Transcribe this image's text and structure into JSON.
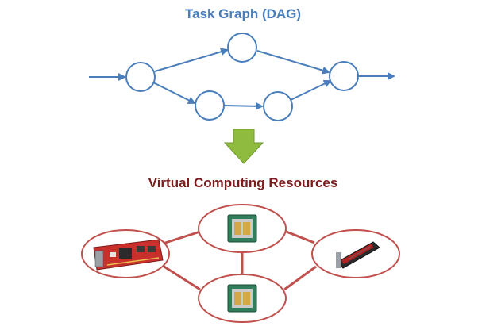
{
  "top_title": "Task Graph (DAG)",
  "bottom_title": "Virtual Computing Resources",
  "colors": {
    "dag": "#4a7ebb",
    "arrow_down": "#8fbc3f",
    "resources_title": "#7b1c1c",
    "resource_ring": "#c0504d"
  },
  "dag": {
    "nodes": [
      "node-1",
      "node-2",
      "node-3",
      "node-4",
      "node-5"
    ],
    "edges": [
      [
        "node-1",
        "node-2"
      ],
      [
        "node-1",
        "node-3"
      ],
      [
        "node-3",
        "node-4"
      ],
      [
        "node-2",
        "node-5"
      ],
      [
        "node-4",
        "node-5"
      ]
    ]
  },
  "resources": [
    {
      "id": "fpga-board",
      "icon": "fpga-board-icon"
    },
    {
      "id": "cpu-top",
      "icon": "cpu-chip-icon"
    },
    {
      "id": "cpu-bottom",
      "icon": "cpu-chip-icon"
    },
    {
      "id": "gpu-card",
      "icon": "gpu-card-icon"
    }
  ]
}
